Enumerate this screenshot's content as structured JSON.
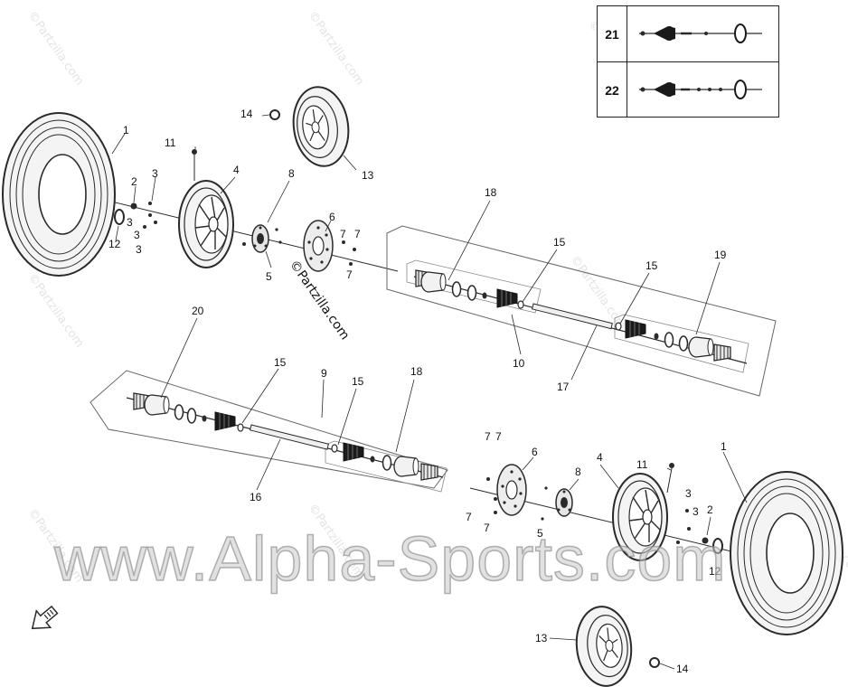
{
  "callouts": [
    {
      "id": "c1a",
      "text": "1"
    },
    {
      "id": "c2a",
      "text": "2"
    },
    {
      "id": "c3a",
      "text": "3"
    },
    {
      "id": "c3b",
      "text": "3"
    },
    {
      "id": "c3c",
      "text": "3"
    },
    {
      "id": "c3d",
      "text": "3"
    },
    {
      "id": "c4a",
      "text": "4"
    },
    {
      "id": "c5a",
      "text": "5"
    },
    {
      "id": "c6a",
      "text": "6"
    },
    {
      "id": "c7a",
      "text": "7"
    },
    {
      "id": "c7b",
      "text": "7"
    },
    {
      "id": "c7c",
      "text": "7"
    },
    {
      "id": "c8a",
      "text": "8"
    },
    {
      "id": "c9",
      "text": "9"
    },
    {
      "id": "c10",
      "text": "10"
    },
    {
      "id": "c11a",
      "text": "11"
    },
    {
      "id": "c12a",
      "text": "12"
    },
    {
      "id": "c13a",
      "text": "13"
    },
    {
      "id": "c14a",
      "text": "14"
    },
    {
      "id": "c15a",
      "text": "15"
    },
    {
      "id": "c15b",
      "text": "15"
    },
    {
      "id": "c15c",
      "text": "15"
    },
    {
      "id": "c15d",
      "text": "15"
    },
    {
      "id": "c16",
      "text": "16"
    },
    {
      "id": "c17",
      "text": "17"
    },
    {
      "id": "c18a",
      "text": "18"
    },
    {
      "id": "c18b",
      "text": "18"
    },
    {
      "id": "c19",
      "text": "19"
    },
    {
      "id": "c20",
      "text": "20"
    },
    {
      "id": "c1b",
      "text": "1"
    },
    {
      "id": "c2b",
      "text": "2"
    },
    {
      "id": "c3e",
      "text": "3"
    },
    {
      "id": "c3f",
      "text": "3"
    },
    {
      "id": "c4b",
      "text": "4"
    },
    {
      "id": "c5b",
      "text": "5"
    },
    {
      "id": "c6b",
      "text": "6"
    },
    {
      "id": "c7d",
      "text": "7"
    },
    {
      "id": "c7e",
      "text": "7"
    },
    {
      "id": "c7f",
      "text": "7"
    },
    {
      "id": "c7g",
      "text": "7"
    },
    {
      "id": "c8b",
      "text": "8"
    },
    {
      "id": "c11b",
      "text": "11"
    },
    {
      "id": "c12b",
      "text": "12"
    },
    {
      "id": "c13b",
      "text": "13"
    },
    {
      "id": "c14b",
      "text": "14"
    }
  ],
  "legend": [
    {
      "number": "21"
    },
    {
      "number": "22"
    }
  ],
  "watermarks": {
    "small": "©Partzilla.com",
    "center": "©Partzilla.com",
    "big": "www.Alpha-Sports.com"
  },
  "colors": {
    "line": "#2a2a2a",
    "fill_light": "#f2f2f2",
    "fill_dark": "#1a1a1a",
    "watermark": "#cfcfcf"
  }
}
